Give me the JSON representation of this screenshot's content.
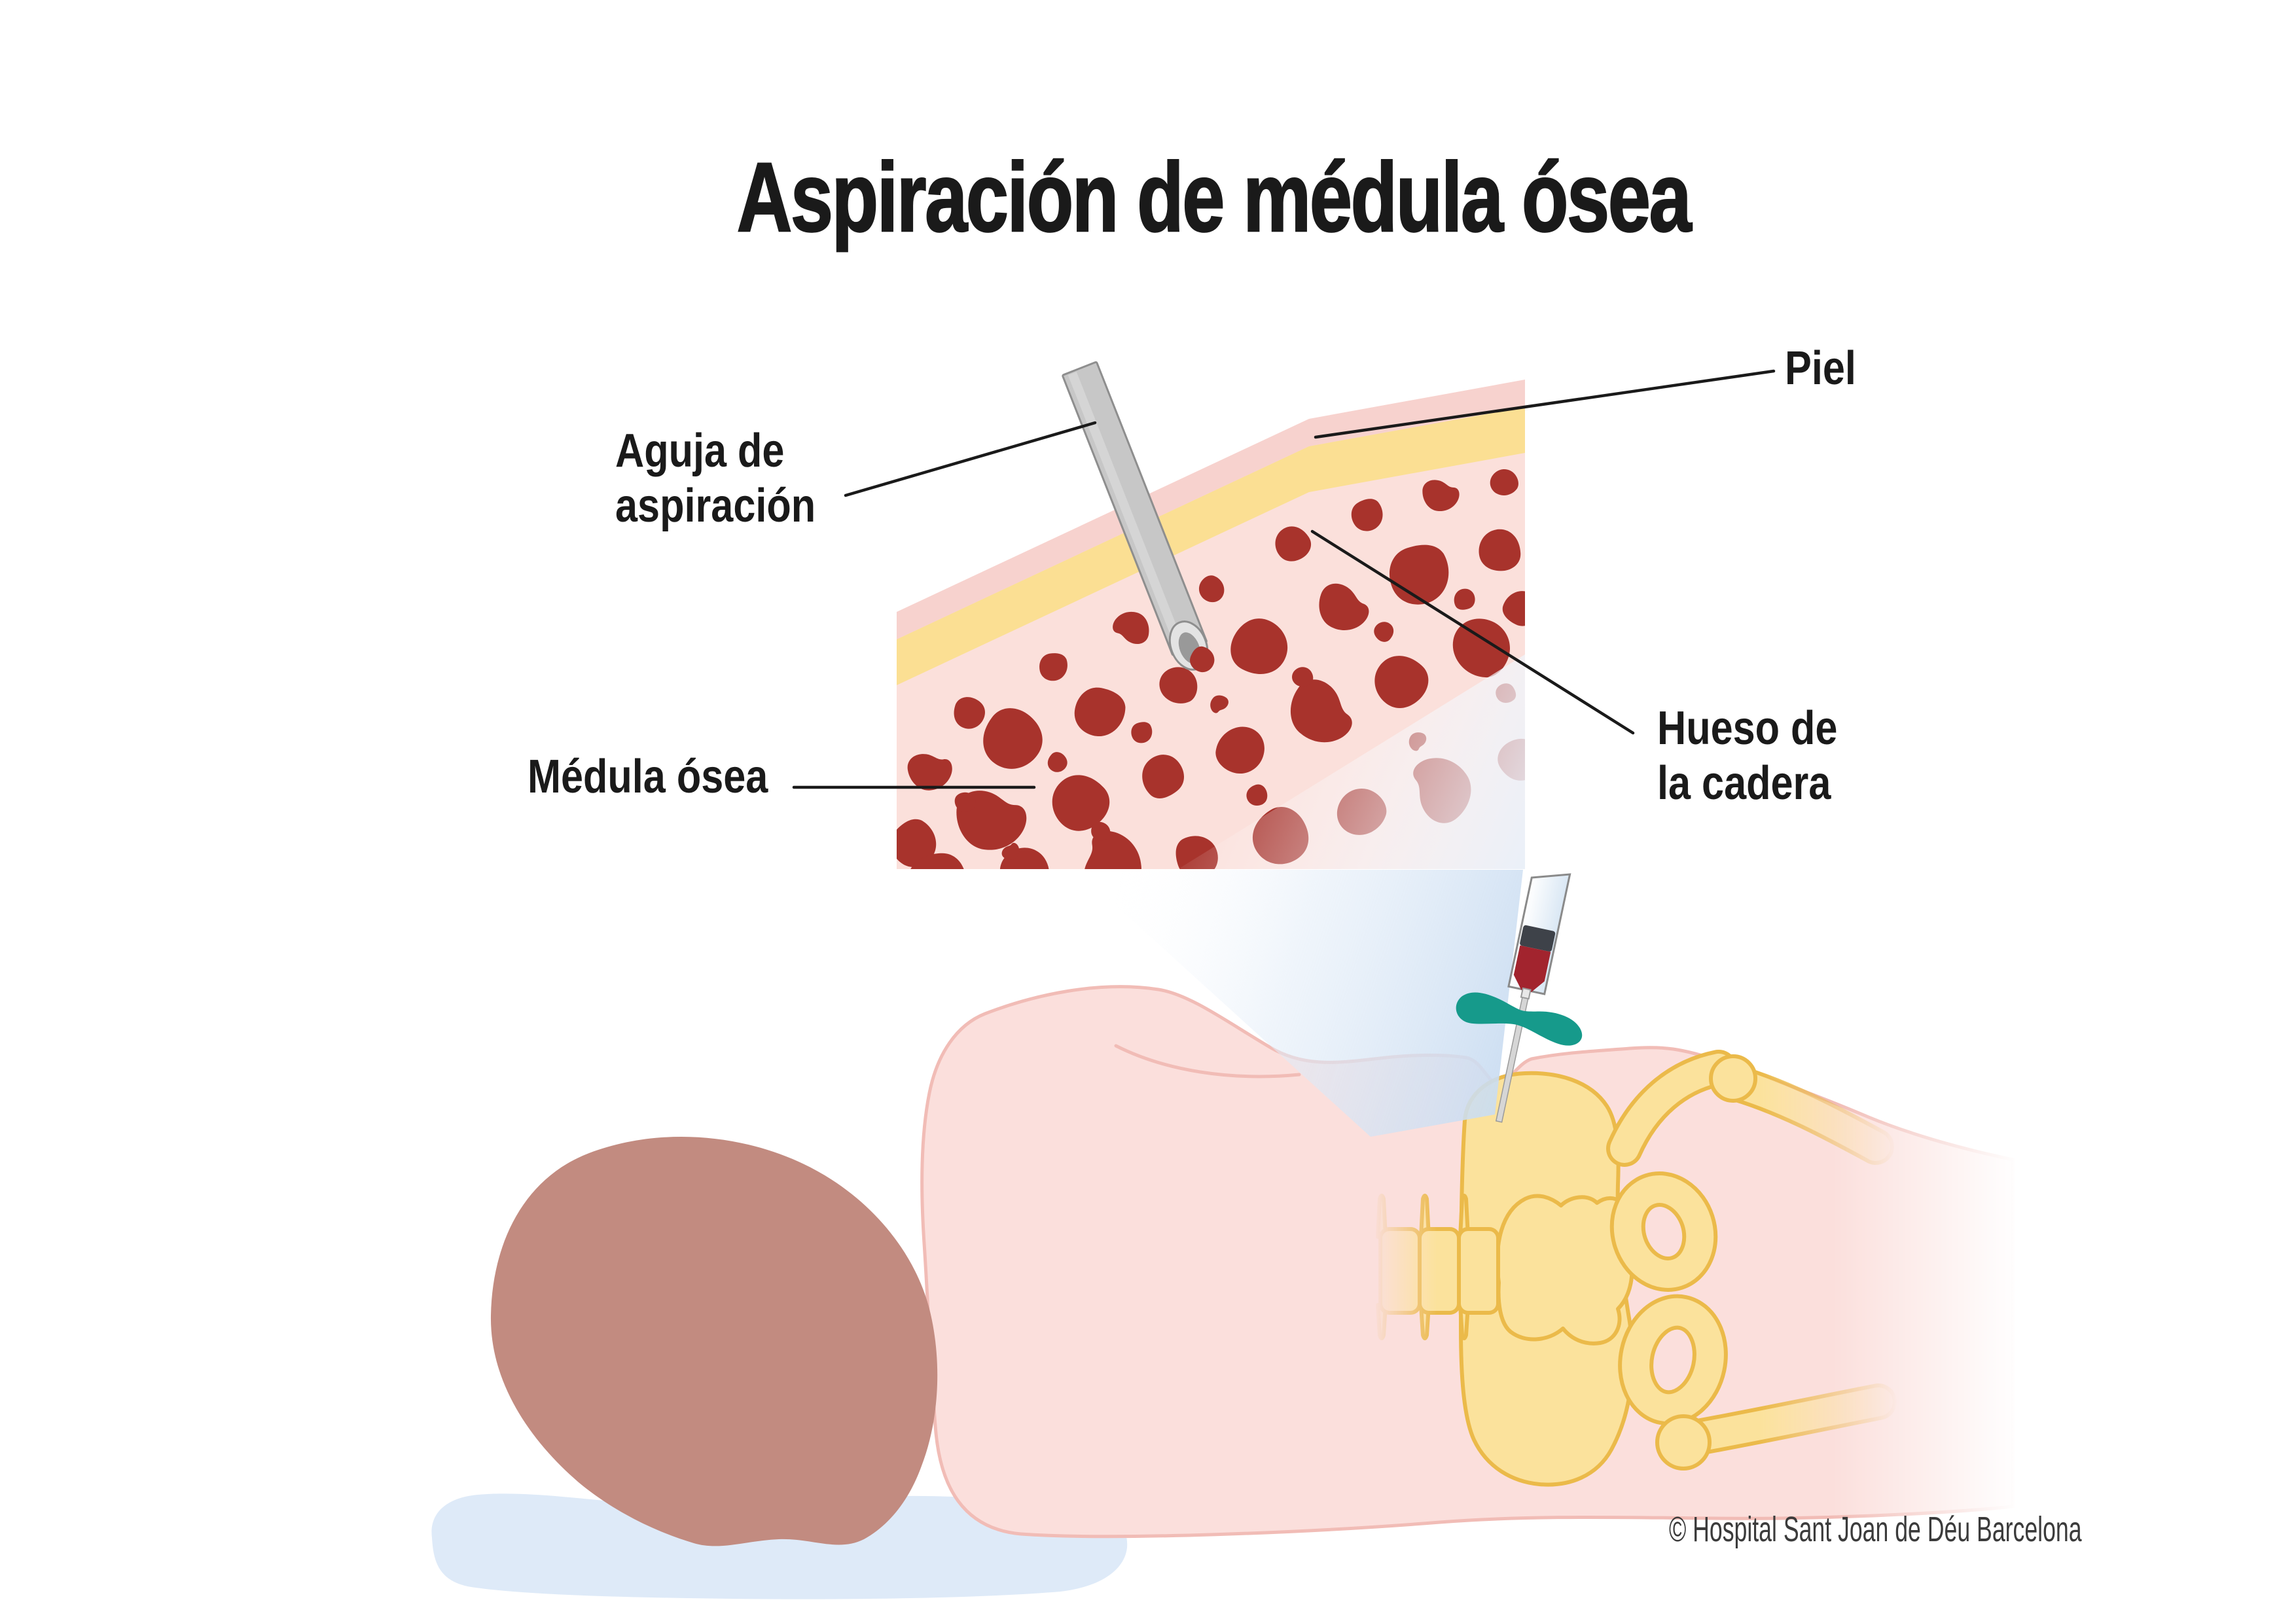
{
  "title": "Aspiración de médula ósea",
  "labels": {
    "needle": {
      "line1": "Aguja de",
      "line2": "aspiración"
    },
    "skin": "Piel",
    "hip_bone": {
      "line1": "Hueso de",
      "line2": "la cadera"
    },
    "bone_marrow": "Médula ósea"
  },
  "credit": "© Hospital Sant Joan de Déu Barcelona",
  "colors": {
    "title_color": "#1a1a1a",
    "skin_band": "#F7D2CE",
    "fat_band": "#FBDF93",
    "bone_bg": "#FBE0DB",
    "marrow_red": "#A8332C",
    "needle_gray": "#C7C7C7",
    "needle_stroke": "#8E8E8E",
    "beam_blue": "#C9DCF1",
    "body_pink": "#FBDFDC",
    "body_line": "#F1BCB6",
    "hair_brown": "#C28B80",
    "pillow_blue": "#DEEAF8",
    "bone_yellow": "#FBE29C",
    "bone_yellow_line": "#EBBA4A",
    "blood_red": "#A2242E",
    "plunger_dark": "#3E4249",
    "grip_teal": "#169A8B",
    "credit_color": "#3b3b3b"
  }
}
